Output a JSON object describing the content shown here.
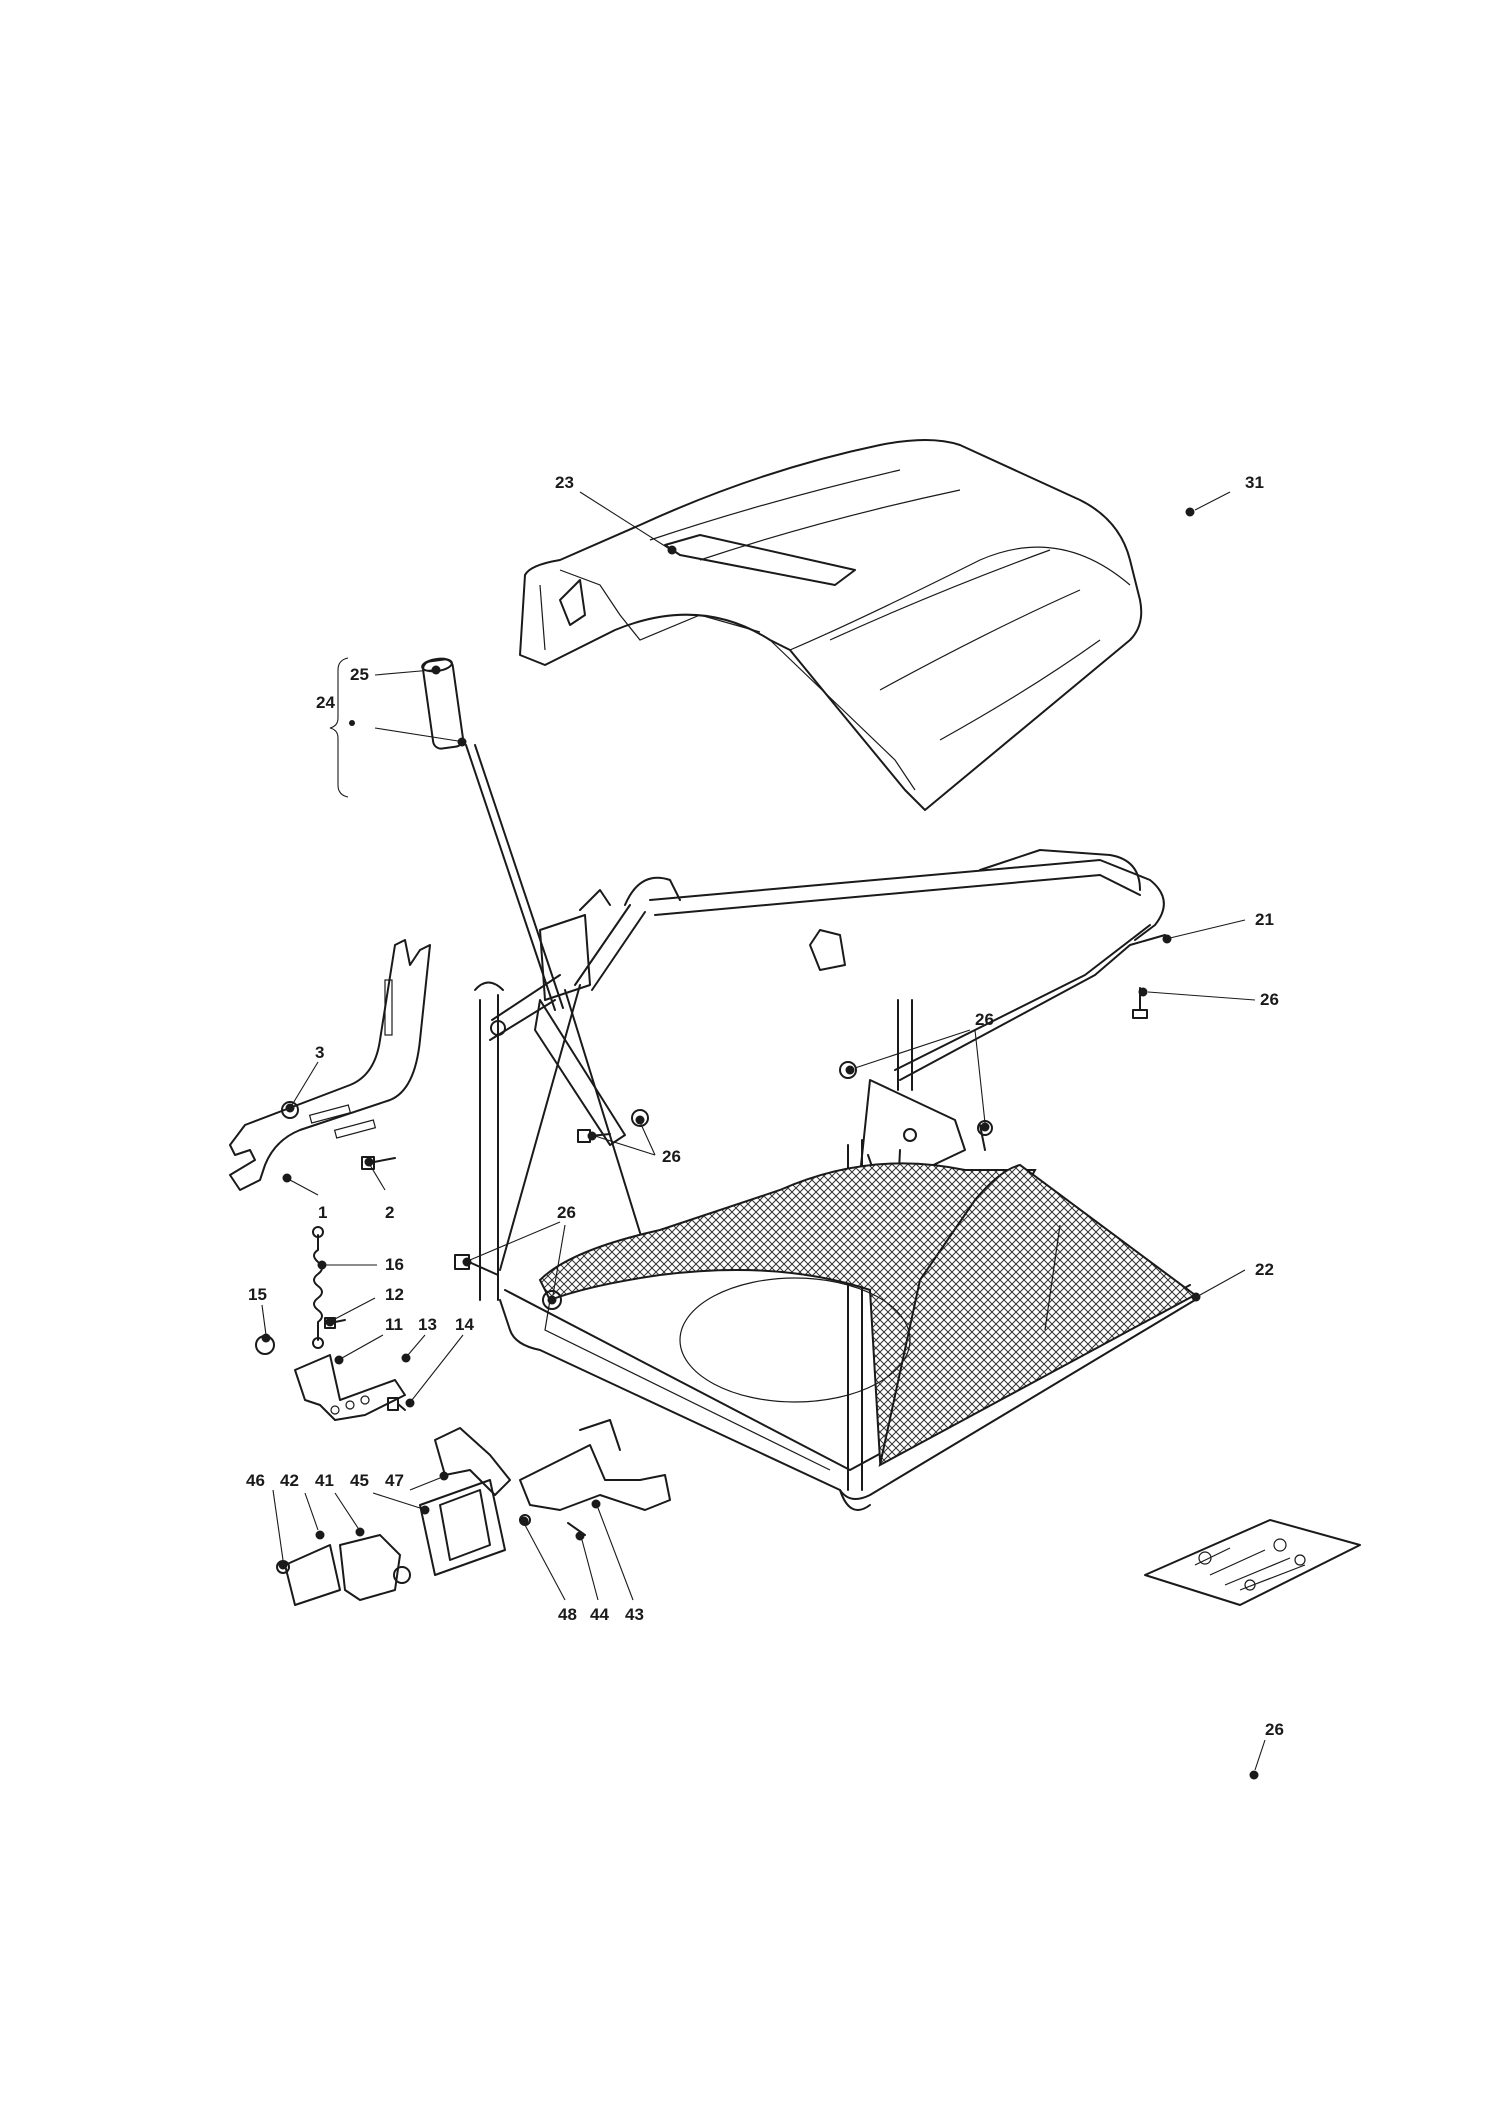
{
  "colors": {
    "line": "#1a1a1a",
    "background": "#ffffff",
    "mesh": "#333333"
  },
  "callouts": {
    "c1": "1",
    "c2": "2",
    "c3": "3",
    "c11": "11",
    "c12": "12",
    "c13": "13",
    "c14": "14",
    "c15": "15",
    "c16": "16",
    "c21": "21",
    "c22": "22",
    "c23": "23",
    "c24": "24",
    "c25": "25",
    "c26a": "26",
    "c26b": "26",
    "c26c": "26",
    "c26d": "26",
    "c26e": "26",
    "c31": "31",
    "c41": "41",
    "c42": "42",
    "c43": "43",
    "c44": "44",
    "c45": "45",
    "c46": "46",
    "c47": "47",
    "c48": "48"
  }
}
